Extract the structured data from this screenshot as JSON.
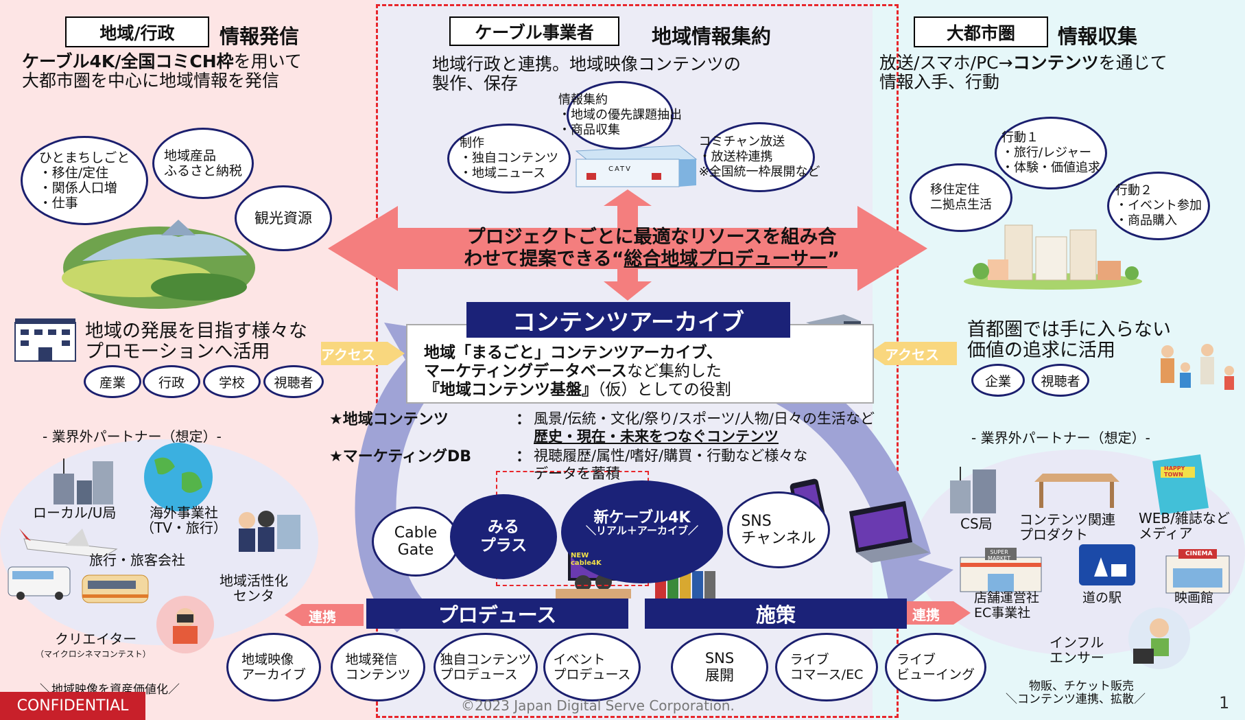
{
  "left": {
    "header_box": "地域/行政",
    "header_text": "情報発信",
    "intro_line1_bold": "ケーブル4K/全国コミCH枠",
    "intro_line1_rest": "を用いて",
    "intro_line2": "大都市圏を中心に地域情報を発信",
    "bubbles": {
      "hitomachi": "ひとまちしごと\n・移住/定住\n・関係人口増\n・仕事",
      "products": "地域産品\nふるさと納税",
      "tourism": "観光資源"
    },
    "promo_line1": "地域の発展を目指す様々な",
    "promo_line2": "プロモーションへ活用",
    "access_label": "アクセス",
    "pills": [
      "産業",
      "行政",
      "学校",
      "視聴者"
    ],
    "partner_title": "- 業界外パートナー（想定）-",
    "partners": {
      "local": "ローカル/U局",
      "overseas": "海外事業社\n（TV・旅行）",
      "travel": "旅行・旅客会社",
      "center": "地域活性化\nセンタ",
      "creator": "クリエイター",
      "creator_sub": "（マイクロシネマコンテスト）"
    },
    "tagline": "＼地域映像を資産価値化／",
    "collab_label": "連携"
  },
  "center": {
    "header_box": "ケーブル事業者",
    "header_text": "地域情報集約",
    "intro_line1": "地域行政と連携。地域映像コンテンツの",
    "intro_line2": "製作、保存",
    "bubbles": {
      "collect": "情報集約\n・地域の優先課題抽出\n・商品収集",
      "production": "制作\n・独自コンテンツ\n・地域ニュース",
      "community": "コミチャン放送\n・放送枠連携\n※全国統一枠展開など"
    },
    "catv_label": "CATV",
    "banner_line1": "プロジェクトごとに最適なリソースを組み合",
    "banner_line2_pre": "わせて提案できる“",
    "banner_line2_u": "総合地域プロデューサー",
    "banner_line2_post": "”",
    "archive_title": "コンテンツアーカイブ",
    "archive_line1": "地域「まるごと」コンテンツアーカイブ、",
    "archive_line2_bold": "マーケティングデータベース",
    "archive_line2_rest": "など集約した",
    "archive_line3_bold": "『地域コンテンツ基盤』",
    "archive_line3_rest": "（仮）としての役割",
    "star1_label": "★地域コンテンツ",
    "star1_colon": "：",
    "star1_text": "風景/伝統・文化/祭り/スポーツ/人物/日々の生活など",
    "star1_sub": "歴史・現在・未来をつなぐコンテンツ",
    "star2_label": "★マーケティングDB",
    "star2_colon": "：",
    "star2_text": "視聴履歴/属性/嗜好/購買・行動など様々な",
    "star2_sub": "データを蓄積",
    "cable_gate": "Cable\nGate",
    "miru_plus": "みる\nプラス",
    "new_cable_title": "新ケーブル4K",
    "new_cable_sub": "＼リアル＋アーカイブ／",
    "sns_channel": "SNS\nチャンネル",
    "produce": "プロデュース",
    "measures": "施策",
    "bottom_pills": [
      "地域映像\nアーカイブ",
      "地域発信\nコンテンツ",
      "独自コンテンツ\nプロデュース",
      "イベント\nプロデュース",
      "SNS\n展開",
      "ライブ\nコマース/EC",
      "ライブ\nビューイング"
    ]
  },
  "right": {
    "header_box": "大都市圏",
    "header_text": "情報収集",
    "intro_line1_pre": "放送/スマホ/PC→",
    "intro_line1_bold": "コンテンツ",
    "intro_line1_post": "を通じて",
    "intro_line2": "情報入手、行動",
    "bubbles": {
      "action1": "行動１\n・旅行/レジャー\n・体験・価値追求",
      "move": "移住定住\n二拠点生活",
      "action2": "行動２\n・イベント参加\n・商品購入"
    },
    "value_line1": "首都圏では手に入らない",
    "value_line2": "価値の追求に活用",
    "access_label": "アクセス",
    "pills": [
      "企業",
      "視聴者"
    ],
    "partner_title": "- 業界外パートナー（想定）-",
    "partners": {
      "cs": "CS局",
      "product": "コンテンツ関連\nプロダクト",
      "media": "WEB/雑誌など\nメディア",
      "store": "店舗運営社\nEC事業社",
      "station": "道の駅",
      "cinema": "映画館",
      "influencer": "インフル\nエンサー"
    },
    "supermarket": "SUPER\nMARKET",
    "cinema_sign": "CINEMA",
    "town": "HAPPY\nTOWN",
    "tagline_line1": "物販、チケット販売",
    "tagline_line2": "＼コンテンツ連携、拡散／",
    "collab_label": "連携"
  },
  "footer": {
    "confidential": "CONFIDENTIAL",
    "copyright": "©2023 Japan Digital Serve Corporation.",
    "page": "1"
  },
  "screen_new_cable": "NEW\ncable4K",
  "colors": {
    "left_bg": "#fde5e5",
    "center_bg": "#ececf6",
    "right_bg": "#e6f7f9",
    "navy": "#1b2278",
    "banner_red": "#f47e7e",
    "dashed_red": "#e8262b",
    "confidential_red": "#c8202a"
  }
}
